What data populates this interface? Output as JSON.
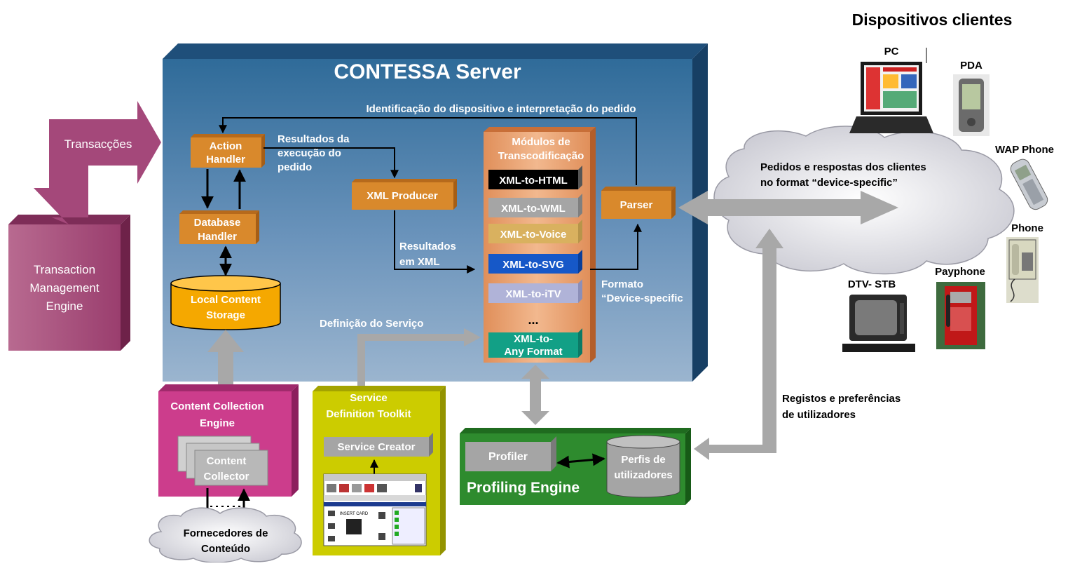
{
  "title": "Dispositivos clientes",
  "server": {
    "title": "CONTESSA Server",
    "identification": "Identificação do dispositivo e interpretação do pedido",
    "action_handler": [
      "Action",
      "Handler"
    ],
    "database_handler": [
      "Database",
      "Handler"
    ],
    "local_storage": [
      "Local Content",
      "Storage"
    ],
    "results_exec": [
      "Resultados da",
      "execução do",
      "pedido"
    ],
    "xml_producer": "XML Producer",
    "results_xml": [
      "Resultados",
      "em XML"
    ],
    "service_definition": "Definição do Serviço",
    "modules_title": [
      "Módulos de",
      "Transcodificação"
    ],
    "modules": [
      "XML-to-HTML",
      "XML-to-WML",
      "XML-to-Voice",
      "XML-to-SVG",
      "XML-to-iTV"
    ],
    "ellipsis": "...",
    "any_format": [
      "XML-to-",
      "Any Format"
    ],
    "parser": "Parser",
    "format": [
      "Formato",
      "“Device-specific"
    ]
  },
  "transactions": "Transacções",
  "tme": [
    "Transaction",
    "Management",
    "Engine"
  ],
  "content_collection": {
    "title": [
      "Content Collection",
      "Engine"
    ],
    "collector": [
      "Content",
      "Collector"
    ]
  },
  "providers": [
    "Fornecedores de",
    "Conteúdo"
  ],
  "sdt": {
    "title": [
      "Service",
      "Definition Toolkit"
    ],
    "creator": "Service Creator",
    "screenshot_text": "INSERT CARD"
  },
  "profiling": {
    "profiler": "Profiler",
    "profiles": [
      "Perfis de",
      "utilizadores"
    ],
    "engine": "Profiling Engine"
  },
  "cloud_text": [
    "Pedidos e respostas dos clientes",
    "no format “device-specific”"
  ],
  "registos": [
    "Registos e preferências",
    "de utilizadores"
  ],
  "devices": {
    "pc": "PC",
    "pda": "PDA",
    "wap": "WAP Phone",
    "phone": "Phone",
    "payphone": "Payphone",
    "dtv": "DTV- STB"
  },
  "colors": {
    "server_blue": "#2f6b99",
    "handler_orange": "#d9892c",
    "storage_orange": "#f5a800",
    "tme_purple": "#a84f7c",
    "cce_pink": "#cc3d8c",
    "sdt_yellow": "#cccc00",
    "profiling_green": "#2e8b2e",
    "arrow_gray": "#a8a8a8"
  }
}
